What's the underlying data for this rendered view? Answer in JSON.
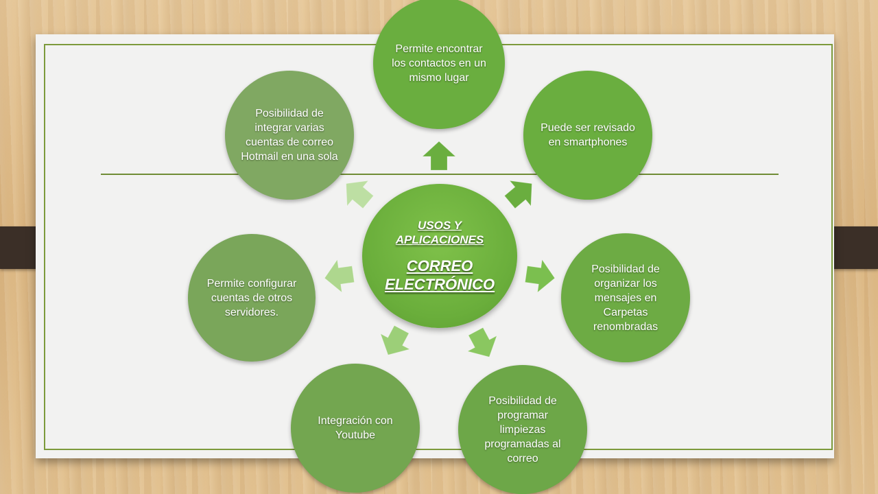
{
  "center": {
    "title": "USOS Y APLICACIONES",
    "subtitle": "CORREO ELECTRÓNICO"
  },
  "nodes": [
    {
      "text": "Permite encontrar los contactos en un mismo lugar",
      "color": "#6aae3f"
    },
    {
      "text": "Puede ser revisado en smartphones",
      "color": "#6aae3f"
    },
    {
      "text": "Posibilidad de organizar los mensajes en Carpetas renombradas",
      "color": "#6dab44"
    },
    {
      "text": "Posibilidad de programar limpiezas programadas al correo",
      "color": "#6da748"
    },
    {
      "text": "Integración con Youtube",
      "color": "#73a650"
    },
    {
      "text": "Permite configurar cuentas de otros servidores.",
      "color": "#7aa65a"
    },
    {
      "text": "Posibilidad de integrar varias cuentas de correo Hotmail en una sola",
      "color": "#80a862"
    }
  ],
  "arrow_colors": [
    "#6aae3f",
    "#6aae3f",
    "#7bbf4f",
    "#8ac760",
    "#9ccf78",
    "#aed78e",
    "#bddfa3"
  ]
}
